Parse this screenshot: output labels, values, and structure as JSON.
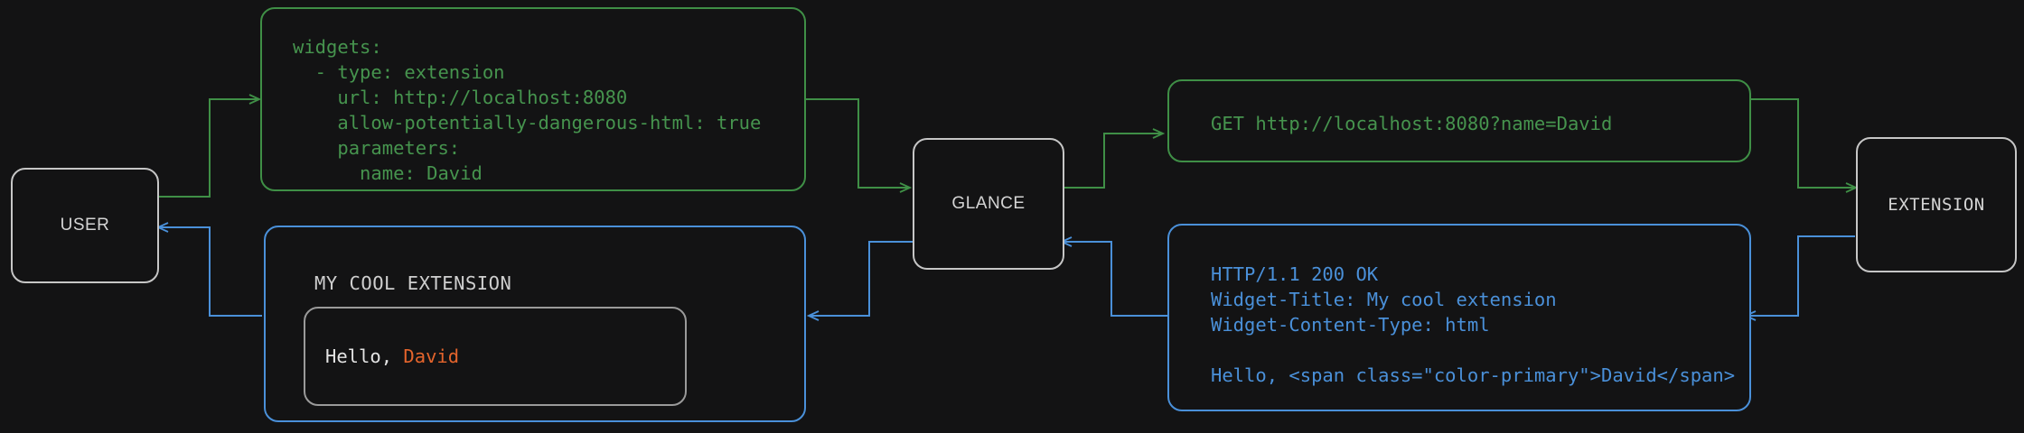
{
  "theme": {
    "background": "#131314",
    "node_border": "#c6c6c6",
    "green": "#46944e",
    "blue": "#4a90d9",
    "orange_accent": "#e4642c",
    "widget_text": "#e4e4e4"
  },
  "nodes": {
    "user": {
      "label": "USER"
    },
    "glance": {
      "label": "GLANCE"
    },
    "extension": {
      "label": "EXTENSION"
    }
  },
  "panels": {
    "config_yaml": {
      "color": "green",
      "text": "widgets:\n  - type: extension\n    url: http://localhost:8080\n    allow-potentially-dangerous-html: true\n    parameters:\n      name: David"
    },
    "http_request": {
      "color": "green",
      "text": "GET http://localhost:8080?name=David"
    },
    "http_response": {
      "color": "blue",
      "text": "HTTP/1.1 200 OK\nWidget-Title: My cool extension\nWidget-Content-Type: html\n\nHello, <span class=\"color-primary\">David</span>"
    },
    "rendered_widget": {
      "color": "blue",
      "title": "MY COOL EXTENSION",
      "body_prefix": "Hello, ",
      "body_accent": "David"
    }
  },
  "flows": [
    {
      "name": "user-to-config",
      "color": "green"
    },
    {
      "name": "config-to-glance",
      "color": "green"
    },
    {
      "name": "glance-to-request",
      "color": "green"
    },
    {
      "name": "request-to-extension",
      "color": "green"
    },
    {
      "name": "extension-to-response",
      "color": "blue"
    },
    {
      "name": "response-to-glance",
      "color": "blue"
    },
    {
      "name": "glance-to-widget",
      "color": "blue"
    },
    {
      "name": "widget-to-user",
      "color": "blue"
    }
  ]
}
